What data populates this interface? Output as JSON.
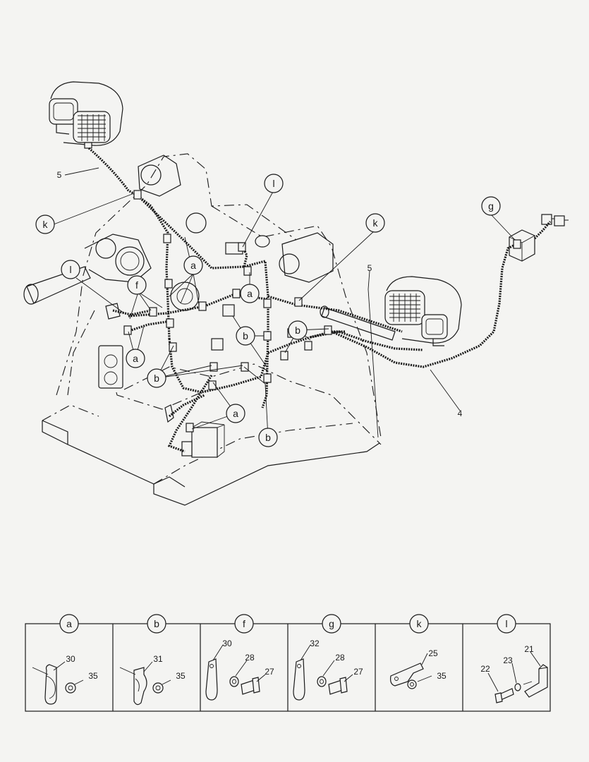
{
  "main_callouts": [
    {
      "id": "k-top",
      "label": "k"
    },
    {
      "id": "l-upper",
      "label": "l"
    },
    {
      "id": "k-right",
      "label": "k"
    },
    {
      "id": "g",
      "label": "g"
    },
    {
      "id": "l-left",
      "label": "l"
    },
    {
      "id": "a-center",
      "label": "a"
    },
    {
      "id": "f",
      "label": "f"
    },
    {
      "id": "a-right",
      "label": "a"
    },
    {
      "id": "b-mid",
      "label": "b"
    },
    {
      "id": "b-right",
      "label": "b"
    },
    {
      "id": "a-left",
      "label": "a"
    },
    {
      "id": "b-left",
      "label": "b"
    },
    {
      "id": "a-bottom",
      "label": "a"
    },
    {
      "id": "b-bottom",
      "label": "b"
    }
  ],
  "part_numbers": [
    {
      "id": "p5-left",
      "label": "5"
    },
    {
      "id": "p5-right",
      "label": "5"
    },
    {
      "id": "p4",
      "label": "4"
    }
  ],
  "detail_panels": [
    {
      "id": "a",
      "label": "a",
      "parts": [
        "30",
        "35"
      ]
    },
    {
      "id": "b",
      "label": "b",
      "parts": [
        "31",
        "35"
      ]
    },
    {
      "id": "f",
      "label": "f",
      "parts": [
        "30",
        "28",
        "27"
      ]
    },
    {
      "id": "g",
      "label": "g",
      "parts": [
        "32",
        "28",
        "27"
      ]
    },
    {
      "id": "k",
      "label": "k",
      "parts": [
        "25",
        "35"
      ]
    },
    {
      "id": "l",
      "label": "l",
      "parts": [
        "22",
        "23",
        "21"
      ]
    }
  ]
}
